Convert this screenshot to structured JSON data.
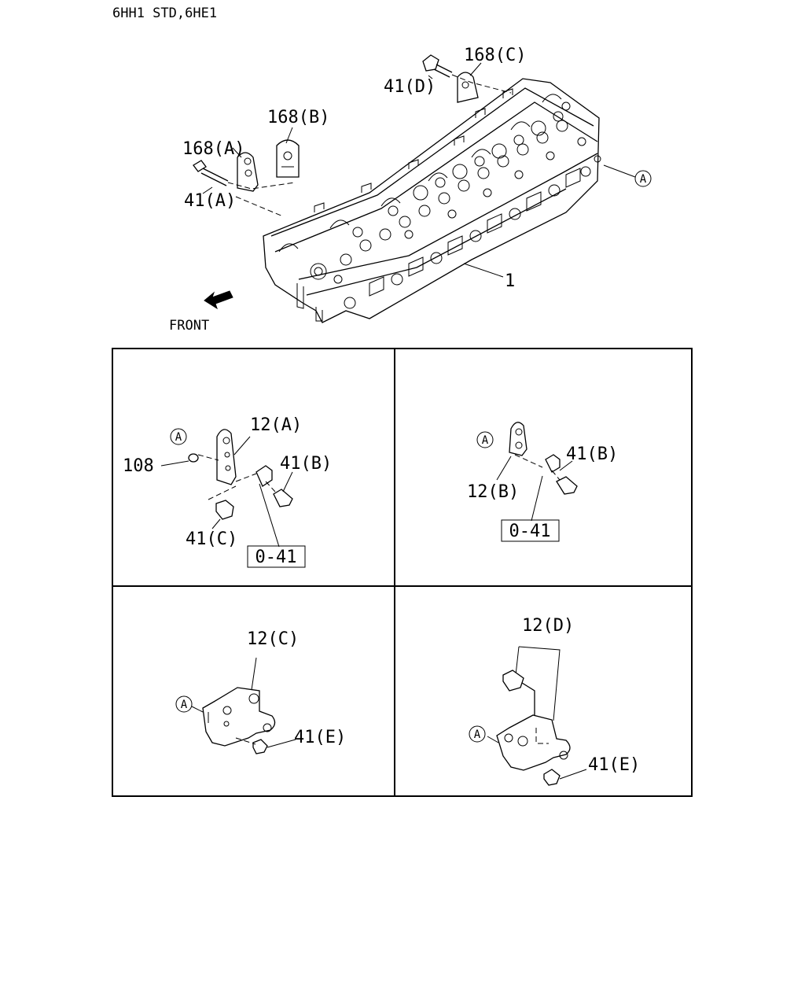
{
  "header": {
    "model": "6HH1 STD,6HE1"
  },
  "main_view": {
    "callouts": {
      "head": "1",
      "bracket_168a": "168(A)",
      "bracket_168b": "168(B)",
      "bracket_168c": "168(C)",
      "bolt_41a": "41(A)",
      "bolt_41d": "41(D)",
      "ref_a": "A"
    },
    "front_label": "FRONT"
  },
  "detail_top_left": {
    "ref_a": "A",
    "callouts": {
      "bracket": "12(A)",
      "ring": "108",
      "bolt_b": "41(B)",
      "bolt_c": "41(C)"
    },
    "group_ref": "0-41"
  },
  "detail_top_right": {
    "ref_a": "A",
    "callouts": {
      "bracket": "12(B)",
      "bolt_b": "41(B)"
    },
    "group_ref": "0-41"
  },
  "detail_bottom_left": {
    "ref_a": "A",
    "callouts": {
      "bracket": "12(C)",
      "bolt": "41(E)"
    }
  },
  "detail_bottom_right": {
    "ref_a": "A",
    "callouts": {
      "bracket": "12(D)",
      "bolt": "41(E)"
    }
  }
}
